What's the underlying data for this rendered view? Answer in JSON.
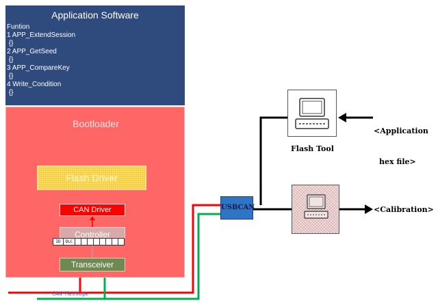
{
  "application": {
    "title": "Application Software",
    "function_heading": "Funtion",
    "functions": [
      {
        "name": "1 APP_ExtendSession",
        "body": " {}"
      },
      {
        "name": "2 APP_GetSeed",
        "body": " {}"
      },
      {
        "name": "3 APP_CompareKey",
        "body": " {}"
      },
      {
        "name": "4 Write_Condition",
        "body": " {}"
      }
    ]
  },
  "bootloader": {
    "title": "Bootloader",
    "flash_driver": "Flash Driver",
    "can_driver": "CAN Driver",
    "controller": "Controller",
    "transceiver": "Transceiver",
    "frame_fields": [
      "ID",
      "DLC",
      "",
      "",
      "",
      "",
      "",
      "",
      "",
      ""
    ]
  },
  "bus": {
    "can_message": "CAN Message",
    "usbcan": "USBCAN"
  },
  "tools": {
    "flash_tool": "Flash Tool",
    "app_hex_line1": "<Application",
    "app_hex_line2": "hex file>",
    "calibration": "<Calibration>"
  },
  "colors": {
    "app_bg": "#2f4a7d",
    "bootloader_bg": "#ff6666",
    "can_line_red": "#ff0000",
    "can_line_green": "#00b050",
    "usbcan_bg": "#2e75c6"
  }
}
